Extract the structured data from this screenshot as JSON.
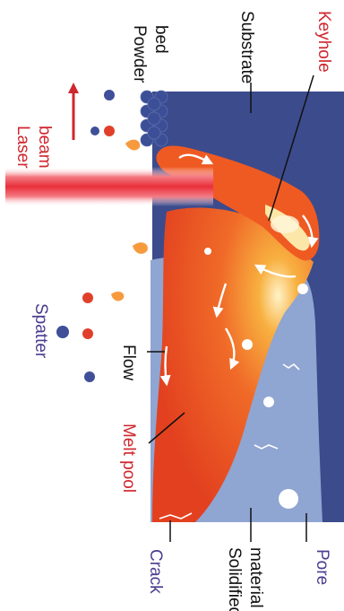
{
  "labels": {
    "powder_bed_line1": "Powder",
    "powder_bed_line2": "bed",
    "substrate": "Substrate",
    "keyhole": "Keyhole",
    "laser_beam_line1": "Laser",
    "laser_beam_line2": "beam",
    "spatter": "Spatter",
    "flow": "Flow",
    "melt_pool": "Melt pool",
    "crack": "Crack",
    "solidified_line1": "Solidified",
    "solidified_line2": "material",
    "pore": "Pore"
  },
  "colors": {
    "substrate": "#3c4b8c",
    "solidified": "#8fa5d2",
    "melt_pool": "#ee4a24",
    "melt_pool_hot": "#f7a23c",
    "laser": "#e8303a",
    "label_purple": "#4b3c8f",
    "label_red": "#d0262e",
    "label_black": "#111111"
  }
}
